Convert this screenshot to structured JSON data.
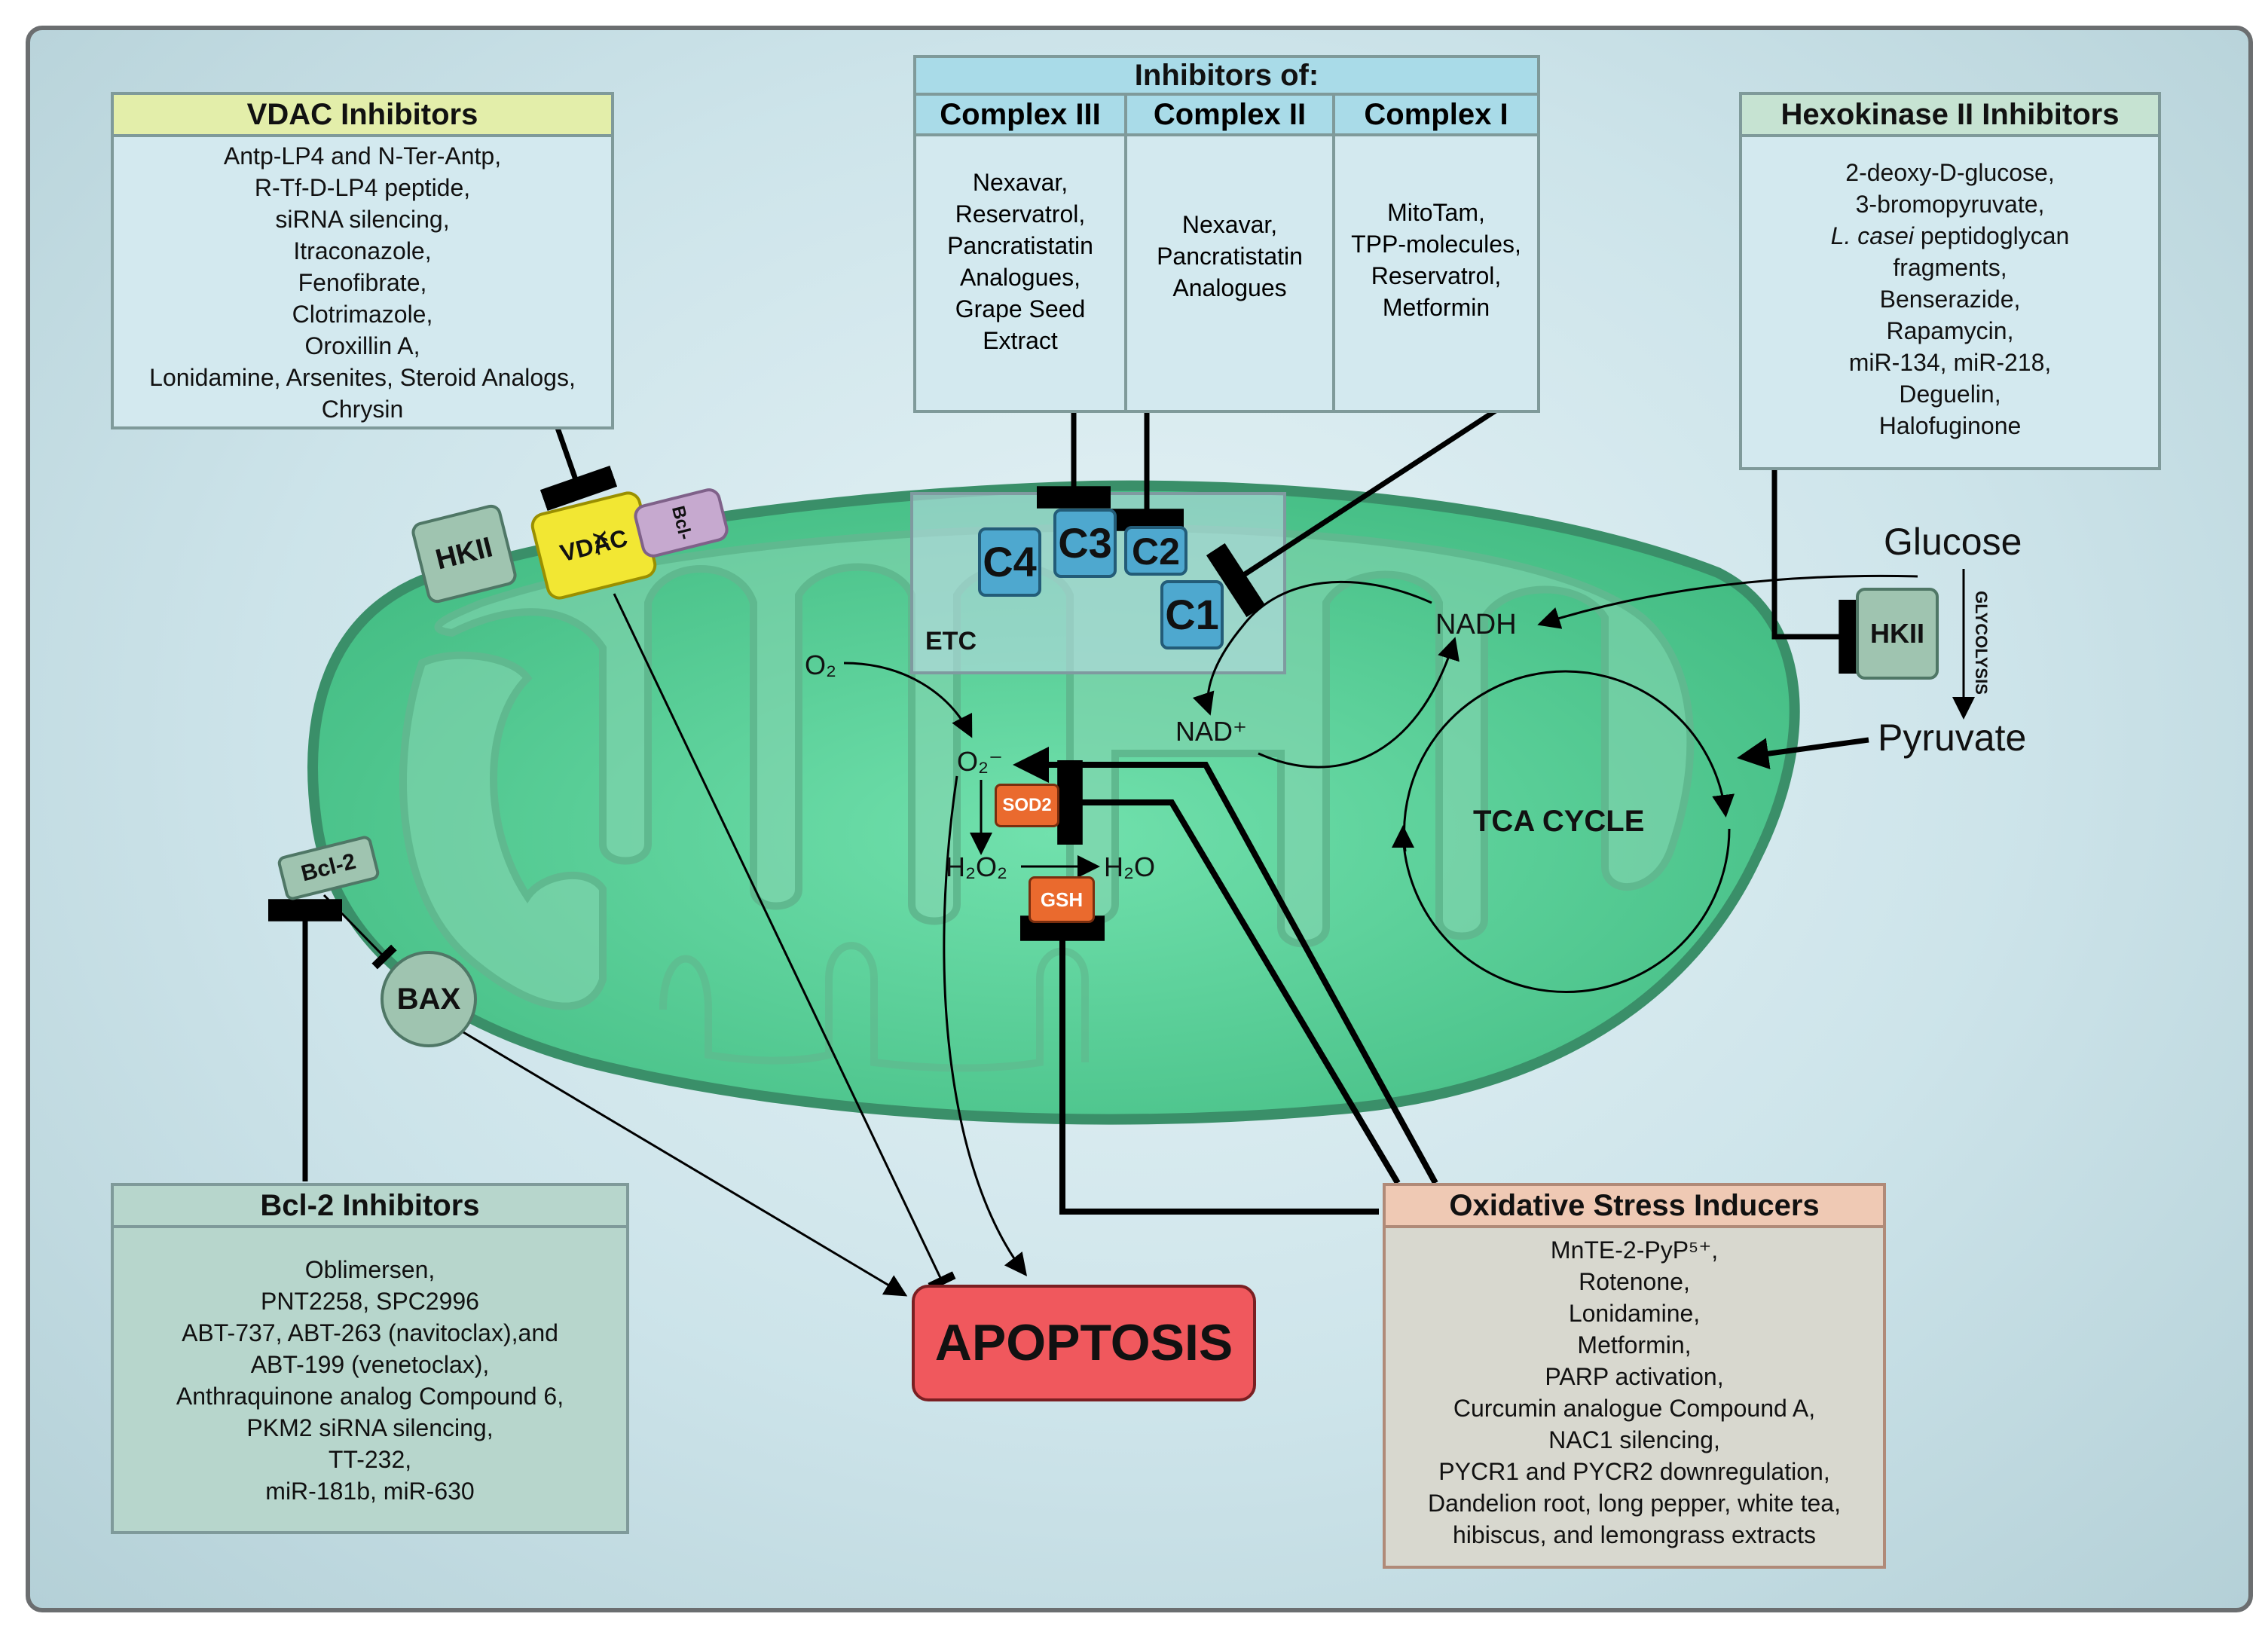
{
  "vdac_inhibitors": {
    "title": "VDAC Inhibitors",
    "items": [
      "Antp-LP4 and N-Ter-Antp,",
      "R-Tf-D-LP4 peptide,",
      "siRNA silencing,",
      "Itraconazole,",
      "Fenofibrate,",
      "Clotrimazole,",
      "Oroxillin A,",
      "Lonidamine, Arsenites, Steroid Analogs,",
      "Chrysin"
    ]
  },
  "etc_inhibitors": {
    "title": "Inhibitors of:",
    "columns": [
      {
        "header": "Complex III",
        "items": [
          "Nexavar,",
          "Reservatrol,",
          "Pancratistatin",
          "Analogues,",
          "Grape Seed",
          "Extract"
        ]
      },
      {
        "header": "Complex II",
        "items": [
          "Nexavar,",
          "Pancratistatin",
          "Analogues"
        ]
      },
      {
        "header": "Complex I",
        "items": [
          "MitoTam,",
          "TPP-molecules,",
          "Reservatrol,",
          "Metformin"
        ]
      }
    ]
  },
  "hk2_inhibitors": {
    "title": "Hexokinase II Inhibitors",
    "items": [
      "2-deoxy-D-glucose,",
      "3-bromopyruvate,",
      "L. casei peptidoglycan",
      "fragments,",
      "Benserazide,",
      "Rapamycin,",
      "miR-134, miR-218,",
      "Deguelin,",
      "Halofuginone"
    ]
  },
  "bcl2_inhibitors": {
    "title": "Bcl-2 Inhibitors",
    "items": [
      "Oblimersen,",
      "PNT2258, SPC2996",
      "ABT-737, ABT-263 (navitoclax),and",
      "ABT-199 (venetoclax),",
      "Anthraquinone analog Compound 6,",
      "PKM2 siRNA silencing,",
      "TT-232,",
      "miR-181b, miR-630"
    ]
  },
  "oxidative_inducers": {
    "title": "Oxidative Stress Inducers",
    "items": [
      "MnTE-2-PyP⁵⁺,",
      "Rotenone,",
      "Lonidamine,",
      "Metformin,",
      "PARP activation,",
      "Curcumin analogue Compound A,",
      "NAC1 silencing,",
      "PYCR1 and PYCR2 downregulation,",
      "Dandelion root, long pepper, white tea,",
      "hibiscus, and lemongrass extracts"
    ]
  },
  "nodes": {
    "hkii_membrane": "HKII",
    "vdac": "VDAC",
    "bclxl": "Bcl-XL",
    "bcl2": "Bcl-2",
    "bax": "BAX",
    "c1": "C1",
    "c2": "C2",
    "c3": "C3",
    "c4": "C4",
    "etc": "ETC",
    "o2": "O₂",
    "superoxide": "O₂⁻",
    "sod2": "SOD2",
    "h2o2": "H₂O₂",
    "h2o": "H₂O",
    "gsh": "GSH",
    "nadh": "NADH",
    "nad": "NAD⁺",
    "tca": "TCA CYCLE",
    "glucose": "Glucose",
    "glycolysis": "GLYCOLYSIS",
    "pyruvate": "Pyruvate",
    "hkii_cyto": "HKII",
    "apoptosis": "APOPTOSIS"
  },
  "colors": {
    "mito_outer": "#3fae7b",
    "mito_fill": "#5ccd98",
    "mito_cristae": "#8bd2b3",
    "apoptosis": "#f0585d",
    "vdac": "#f2e733",
    "bclxl": "#c6a9cf",
    "etc_complex": "#4ea8cf",
    "enzyme": "#ea6a2e",
    "hkii": "#9fc4b0",
    "vdac_header": "#e3eeaa",
    "etc_header": "#a9dbe8",
    "hk_header": "#c6e3d2",
    "bcl_header": "#b7d6cc",
    "ox_header": "#efc9b4"
  }
}
